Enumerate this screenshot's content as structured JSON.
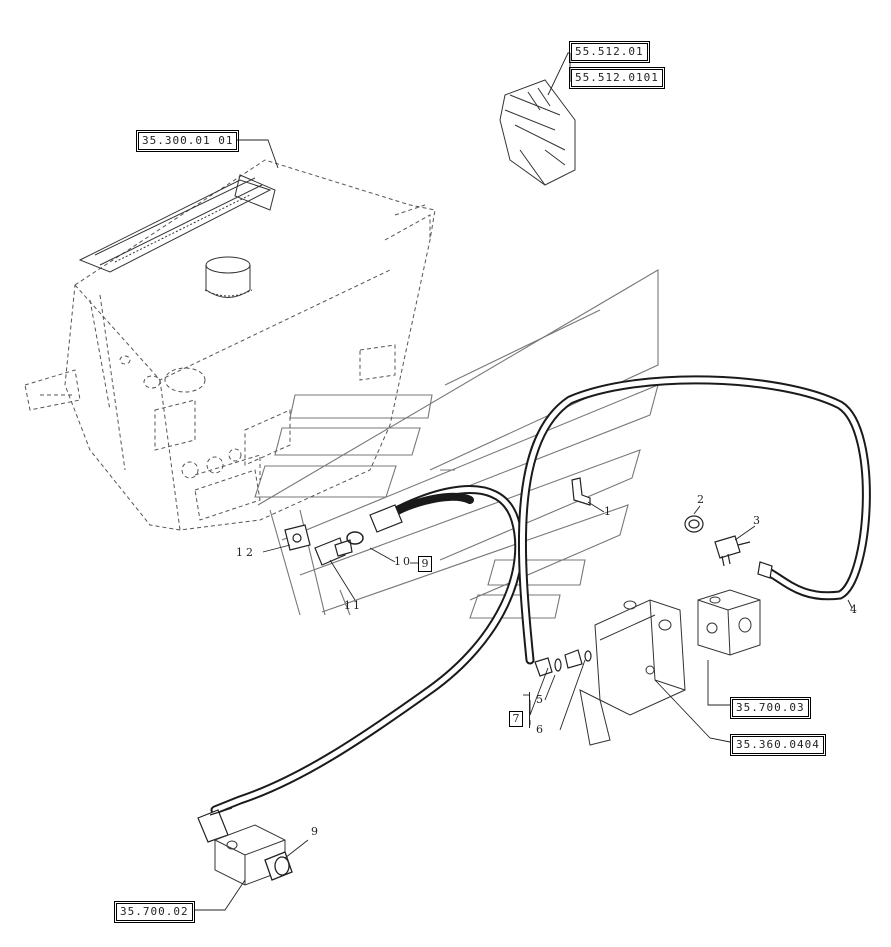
{
  "references": {
    "ref_35_300": "35.300.01 01",
    "ref_55_512_01": "55.512.01",
    "ref_55_512_0101": "55.512.0101",
    "ref_35_700_03": "35.700.03",
    "ref_35_360": "35.360.0404",
    "ref_35_700_02": "35.700.02"
  },
  "callouts": {
    "c1": "1",
    "c2": "2",
    "c3": "3",
    "c4": "4",
    "c5": "5",
    "c6": "6",
    "c7": "7",
    "c9_box": "9",
    "c9_cap": "9",
    "c10": "10",
    "c11": "11",
    "c12": "12"
  },
  "colors": {
    "line": "#222222",
    "dash": "#555555",
    "hose": "#1a1a1a",
    "logo": "#777777"
  }
}
